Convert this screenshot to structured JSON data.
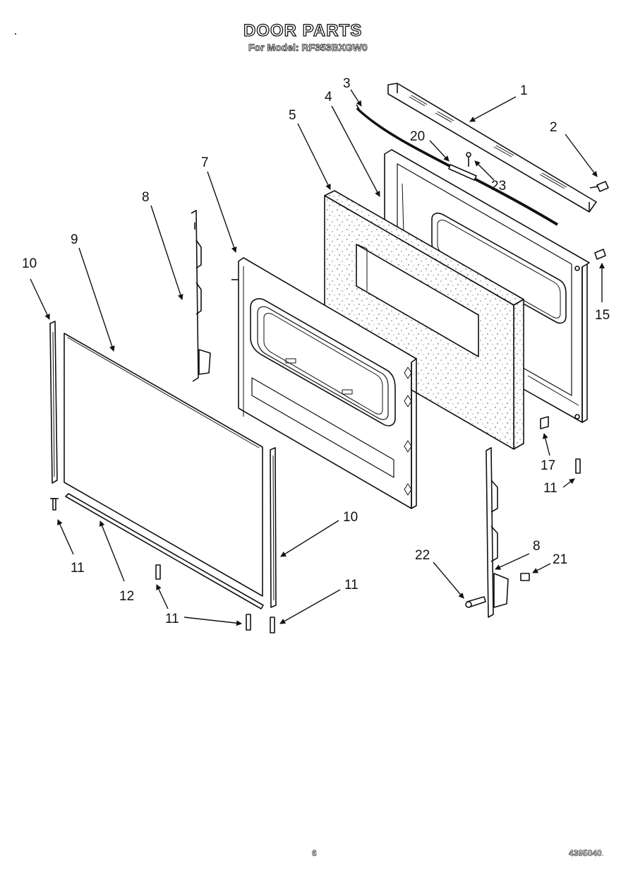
{
  "header": {
    "title": "DOOR PARTS",
    "subtitle": "For Model: RF353BXGW0"
  },
  "footer": {
    "page_number": "6",
    "document_id": "4395040",
    "document_suffix": "."
  },
  "callouts": [
    {
      "id": "c1",
      "label": "1"
    },
    {
      "id": "c2",
      "label": "2"
    },
    {
      "id": "c3",
      "label": "3"
    },
    {
      "id": "c4",
      "label": "4"
    },
    {
      "id": "c5",
      "label": "5"
    },
    {
      "id": "c7",
      "label": "7"
    },
    {
      "id": "c8a",
      "label": "8"
    },
    {
      "id": "c8b",
      "label": "8"
    },
    {
      "id": "c9",
      "label": "9"
    },
    {
      "id": "c10a",
      "label": "10"
    },
    {
      "id": "c10b",
      "label": "10"
    },
    {
      "id": "c11a",
      "label": "11"
    },
    {
      "id": "c11b",
      "label": "11"
    },
    {
      "id": "c11c",
      "label": "11"
    },
    {
      "id": "c11d",
      "label": "11"
    },
    {
      "id": "c12",
      "label": "12"
    },
    {
      "id": "c15",
      "label": "15"
    },
    {
      "id": "c17",
      "label": "17"
    },
    {
      "id": "c20",
      "label": "20"
    },
    {
      "id": "c21",
      "label": "21"
    },
    {
      "id": "c22",
      "label": "22"
    },
    {
      "id": "c23",
      "label": "23"
    }
  ]
}
